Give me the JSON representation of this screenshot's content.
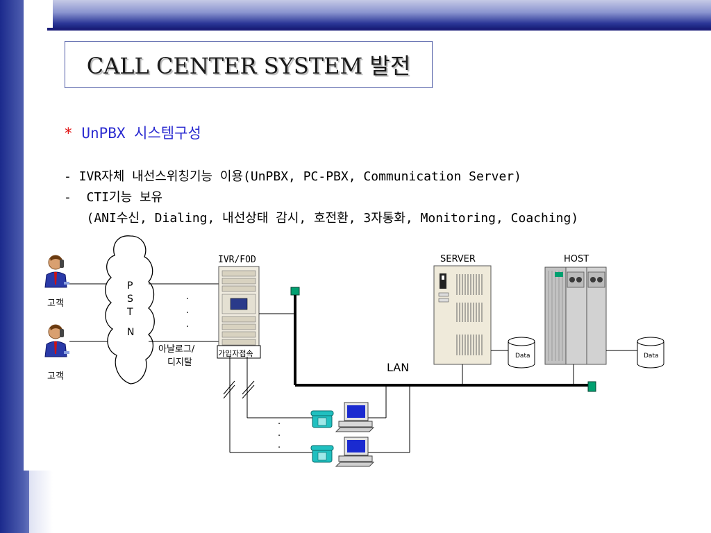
{
  "title": "CALL CENTER SYSTEM 발전",
  "heading": {
    "bullet": "*",
    "text": "UnPBX 시스템구성"
  },
  "lines": [
    "- IVR자체 내선스위칭기능 이용(UnPBX, PC-PBX, Communication Server)",
    "-  CTI기능 보유",
    "   (ANI수신, Dialing, 내선상태 감시, 호전환, 3자통화, Monitoring, Coaching)"
  ],
  "diagram": {
    "customer_label": "고객",
    "pstn_letters": [
      "P",
      "S",
      "T",
      "N"
    ],
    "ivr_label": "IVR/FOD",
    "server_label": "SERVER",
    "host_label": "HOST",
    "lan_label": "LAN",
    "analog_label_1": "아날로그/",
    "analog_label_2": "디지탈",
    "subscriber_label": "가입자접속",
    "data_label": "Data",
    "dot": "."
  },
  "colors": {
    "title_text": "#1a1a1a",
    "heading_text": "#2a2ad0",
    "bullet": "#e01010",
    "lan_bus": "#000000",
    "connector": "#00a070",
    "phone": "#20c0c0"
  }
}
